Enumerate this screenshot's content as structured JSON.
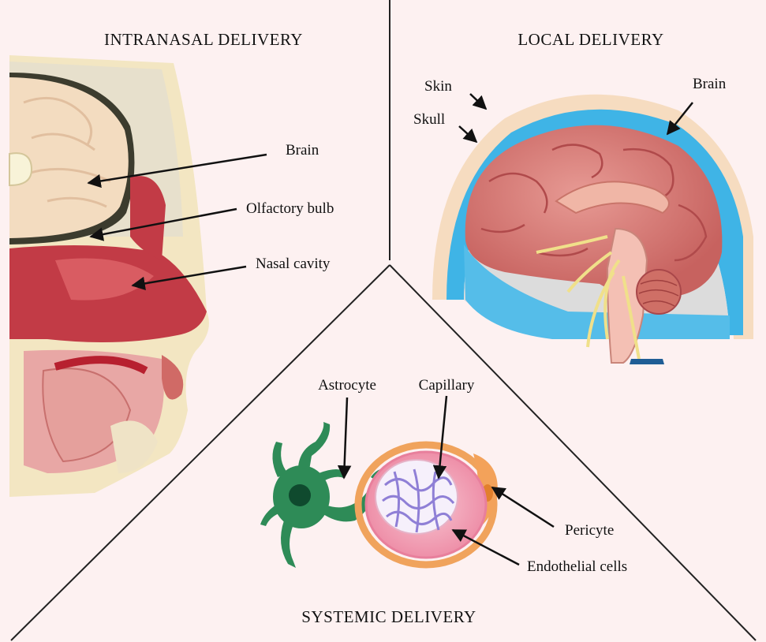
{
  "panels": {
    "intranasal": {
      "title": "INTRANASAL DELIVERY",
      "labels": {
        "brain": "Brain",
        "olfactory_bulb": "Olfactory bulb",
        "nasal_cavity": "Nasal cavity"
      }
    },
    "local": {
      "title": "LOCAL DELIVERY",
      "labels": {
        "skin": "Skin",
        "skull": "Skull",
        "brain": "Brain"
      }
    },
    "systemic": {
      "title": "SYSTEMIC DELIVERY",
      "labels": {
        "astrocyte": "Astrocyte",
        "capillary": "Capillary",
        "pericyte": "Pericyte",
        "endothelial_cells": "Endothelial cells"
      }
    }
  },
  "colors": {
    "background": "#fdf1f1",
    "divider": "#222222",
    "brain_cream": "#f3dcc0",
    "tissue_red": "#c23b46",
    "brain_pink": "#d9787a",
    "skull_blue": "#3fb4e6",
    "astrocyte_green": "#2e8b57",
    "capillary_orange": "#f0a35c",
    "vessel_purple": "#8f7fd6"
  }
}
